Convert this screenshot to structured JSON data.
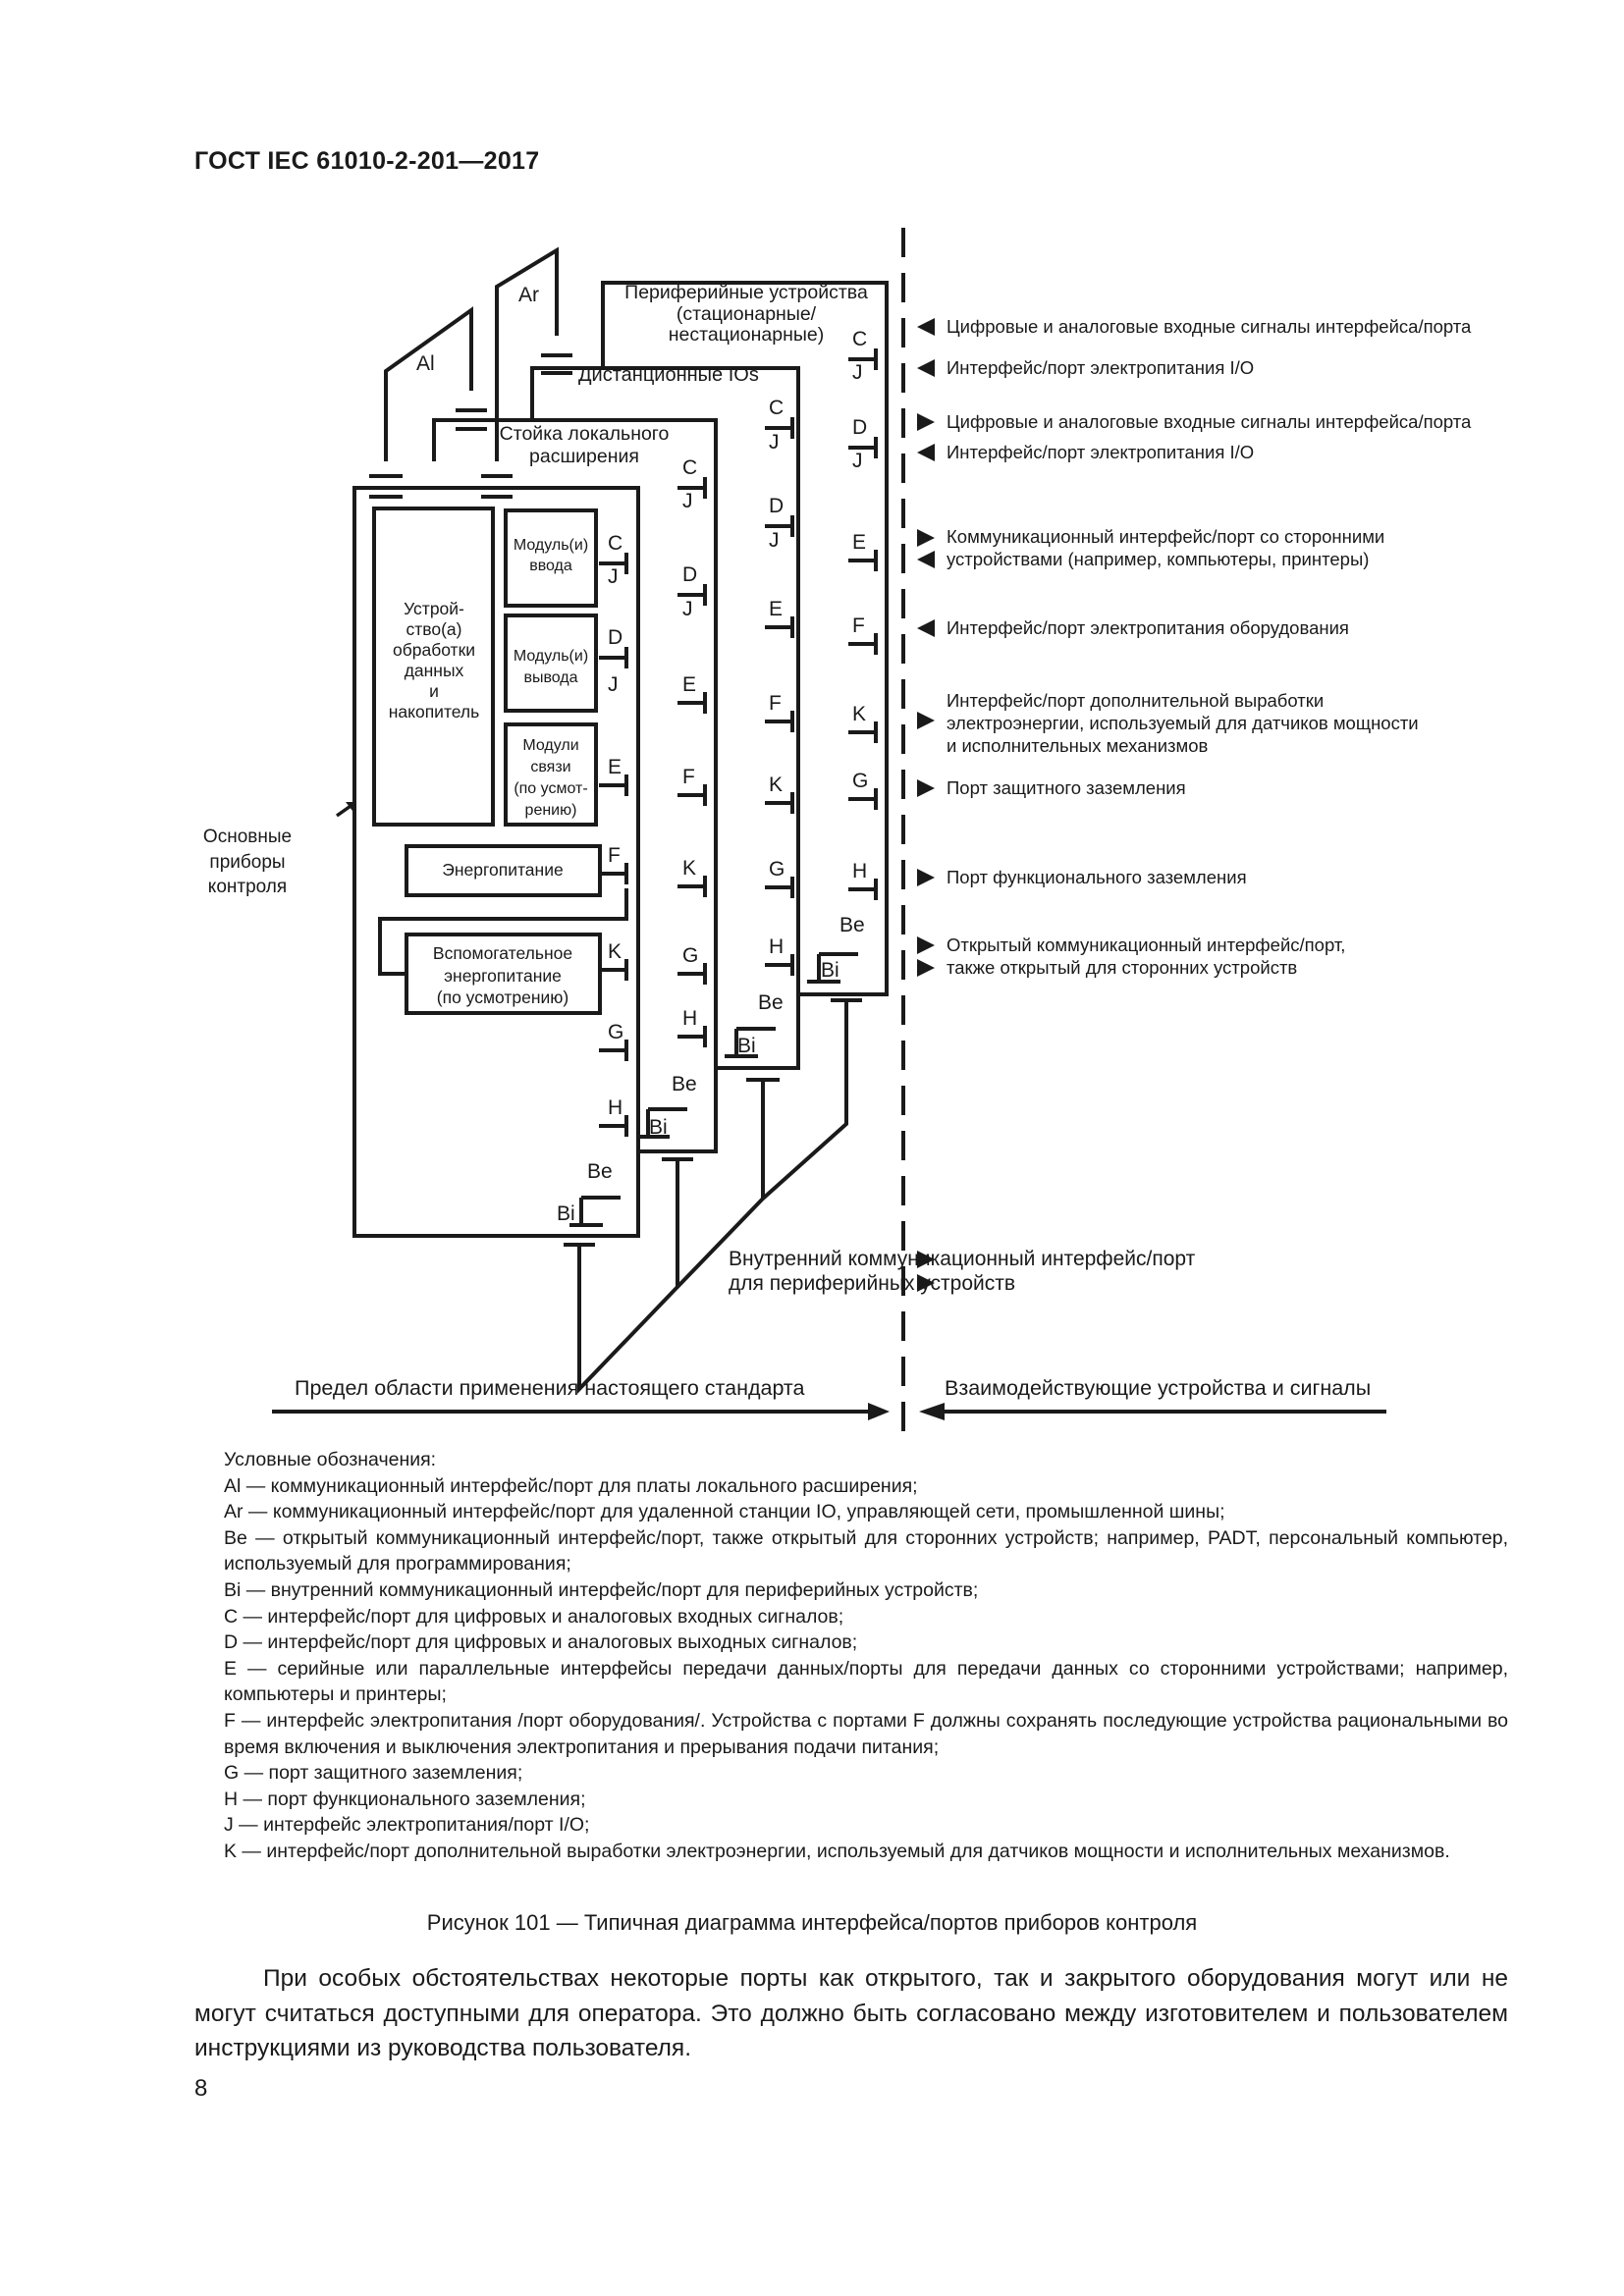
{
  "header": {
    "doc_code": "ГОСТ IEC 61010-2-201—2017"
  },
  "diagram": {
    "boxes": {
      "peripheral": "Периферийные устройства (стационарные/ нестационарные)",
      "remote_ios": "Дистанционные IOs",
      "rack": "Стойка локального расширения",
      "main_label": "Основные приборы контроля",
      "processing": "Устрой- ство(а) обработки данных и накопитель",
      "input_modules": "Модуль(и) ввода",
      "output_modules": "Модуль(и) вывода",
      "comm_modules": "Модули связи (по усмот- рению)",
      "power": "Энергопитание",
      "aux_power": "Вспомогательное энергопитание (по усмотрению)"
    },
    "bus_labels": {
      "al": "Al",
      "ar": "Ar"
    },
    "port_letters": {
      "c": "C",
      "j": "J",
      "d": "D",
      "e": "E",
      "f": "F",
      "k": "K",
      "g": "G",
      "h": "H",
      "be": "Be",
      "bi": "Bi"
    },
    "right_labels": {
      "r1": "Цифровые и аналоговые входные сигналы интерфейса/порта",
      "r2": "Интерфейс/порт электропитания I/O",
      "r3": "Цифровые и аналоговые входные сигналы интерфейса/порта",
      "r4": "Интерфейс/порт электропитания I/O",
      "r5a": "Коммуникационный интерфейс/порт со сторонними",
      "r5b": "устройствами (например, компьютеры, принтеры)",
      "r6": "Интерфейс/порт электропитания оборудования",
      "r7a": "Интерфейс/порт дополнительной выработки",
      "r7b": "электроэнергии, используемый для датчиков мощности",
      "r7c": "и исполнительных механизмов",
      "r8": "Порт защитного заземления",
      "r9": "Порт функционального заземления",
      "r10a": "Открытый коммуникационный интерфейс/порт,",
      "r10b": "также открытый для сторонних устройств"
    },
    "internal_a": "Внутренний коммуникационный интерфейс/порт",
    "internal_b": "для периферийных устройств",
    "scope_left": "Предел области применения настоящего стандарта",
    "scope_right": "Взаимодействующие устройства и сигналы"
  },
  "legend": {
    "title": "Условные обозначения:",
    "items": [
      "Al — коммуникационный интерфейс/порт для платы локального расширения;",
      "Ar — коммуникационный интерфейс/порт для удаленной станции IO, управляющей сети, промышленной шины;",
      "Be — открытый коммуникационный интерфейс/порт, также открытый для сторонних устройств; например, PADT, персональный компьютер, используемый для программирования;",
      "Bi — внутренний коммуникационный интерфейс/порт для периферийных устройств;",
      "C — интерфейс/порт для цифровых и аналоговых входных сигналов;",
      "D — интерфейс/порт для цифровых и аналоговых выходных сигналов;",
      "E — серийные или параллельные интерфейсы передачи данных/порты для передачи данных со сторонними устройствами; например, компьютеры и принтеры;",
      "F — интерфейс электропитания /порт оборудования/. Устройства с портами F должны сохранять последующие устройства рациональными во время включения и выключения электропитания и прерывания подачи питания;",
      "G — порт защитного заземления;",
      "H — порт функционального заземления;",
      "J — интерфейс электропитания/порт I/O;",
      "K — интерфейс/порт дополнительной выработки электроэнергии, используемый для датчиков мощности и исполнительных механизмов."
    ]
  },
  "caption": "Рисунок 101 — Типичная диаграмма интерфейса/портов приборов контроля",
  "body_text": "При особых обстоятельствах некоторые порты как открытого, так и закрытого оборудования могут или не могут считаться доступными для оператора. Это должно быть согласовано между изготовителем и пользователем инструкциями из руководства пользователя.",
  "page_number": "8"
}
